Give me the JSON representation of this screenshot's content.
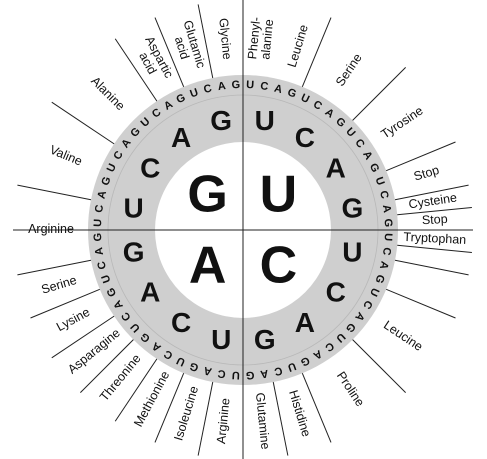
{
  "quadrants": [
    {
      "letter": "G"
    },
    {
      "letter": "U"
    },
    {
      "letter": "C"
    },
    {
      "letter": "A"
    }
  ],
  "second_ring": [
    "U",
    "C",
    "A",
    "G",
    "U",
    "C",
    "A",
    "G",
    "U",
    "C",
    "A",
    "G",
    "U",
    "C",
    "A",
    "G"
  ],
  "third_ring": [
    "U",
    "C",
    "A",
    "G",
    "U",
    "C",
    "A",
    "G",
    "U",
    "C",
    "A",
    "G",
    "U",
    "C",
    "A",
    "G",
    "U",
    "C",
    "A",
    "G",
    "U",
    "C",
    "A",
    "G",
    "U",
    "C",
    "A",
    "G",
    "U",
    "C",
    "A",
    "G",
    "U",
    "C",
    "A",
    "G",
    "U",
    "C",
    "A",
    "G",
    "U",
    "C",
    "A",
    "G",
    "U",
    "C",
    "A",
    "G",
    "U",
    "C",
    "A",
    "G",
    "U",
    "C",
    "A",
    "G",
    "U",
    "C",
    "A",
    "G",
    "U",
    "C",
    "A",
    "G"
  ],
  "amino_acids": [
    {
      "lines": [
        "Phenyl-",
        "alanine"
      ]
    },
    {
      "lines": [
        "Leucine"
      ]
    },
    {
      "lines": [
        "Serine"
      ]
    },
    {
      "lines": [
        "Tyrosine"
      ]
    },
    {
      "lines": [
        "Stop"
      ]
    },
    {
      "lines": [
        "Cysteine"
      ]
    },
    {
      "lines": [
        "Stop"
      ]
    },
    {
      "lines": [
        "Tryptophan"
      ]
    },
    {
      "lines": [
        "Leucine"
      ]
    },
    {
      "lines": [
        "Proline"
      ]
    },
    {
      "lines": [
        "Histidine"
      ]
    },
    {
      "lines": [
        "Glutamine"
      ]
    },
    {
      "lines": [
        "Arginine"
      ]
    },
    {
      "lines": [
        "Isoleucine"
      ]
    },
    {
      "lines": [
        "Methionine"
      ]
    },
    {
      "lines": [
        "Threonine"
      ]
    },
    {
      "lines": [
        "Asparagine"
      ]
    },
    {
      "lines": [
        "Lysine"
      ]
    },
    {
      "lines": [
        "Serine"
      ]
    },
    {
      "lines": [
        "Arginine"
      ]
    },
    {
      "lines": [
        "Valine"
      ]
    },
    {
      "lines": [
        "Alanine"
      ]
    },
    {
      "lines": [
        "Aspartic",
        "acid"
      ]
    },
    {
      "lines": [
        "Glutamic",
        "acid"
      ]
    },
    {
      "lines": [
        "Glycine"
      ]
    }
  ],
  "colors": {
    "ring_fill": "#cfcfcf",
    "inner_fill": "#ffffff",
    "text": "#111111",
    "lines": "#222222"
  }
}
